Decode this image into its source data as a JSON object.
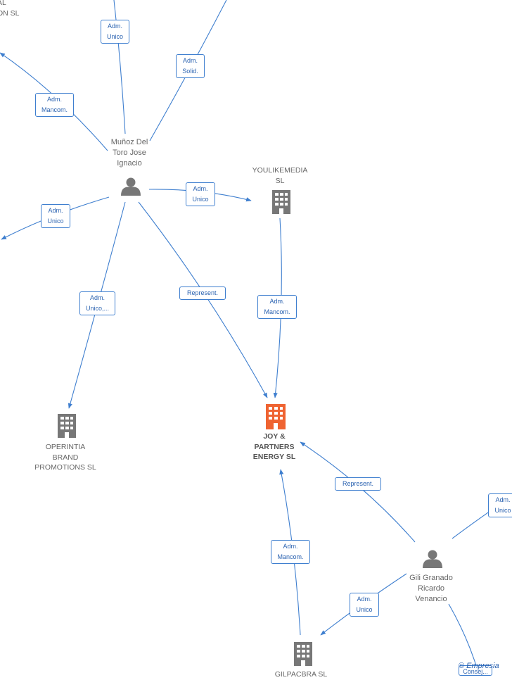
{
  "colors": {
    "edge": "#3f7fcf",
    "person": "#777777",
    "company": "#777777",
    "focus_company": "#ef6331"
  },
  "nodes": {
    "top_left_company": "AL\nON SL",
    "munoz": "Muñoz Del\nToro Jose\nIgnacio",
    "youlikemedia": "YOULIKEMEDIA\nSL",
    "operintia": "OPERINTIA\nBRAND\nPROMOTIONS SL",
    "joy": "JOY &\nPARTNERS\nENERGY  SL",
    "gili": "Gili Granado\nRicardo\nVenancio",
    "gilpacbra": "GILPACBRA  SL"
  },
  "edges": {
    "e1": "Adm.\nUnico",
    "e2": "Adm.\nSolid.",
    "e3": "Adm.\nMancom.",
    "e4": "Adm.\nUnico",
    "e5": "Adm.\nUnico",
    "e6": "Adm.\nUnico,...",
    "e7": "Represent.",
    "e8": "Adm.\nMancom.",
    "e9": "Represent.",
    "e10": "Adm.\nUnico",
    "e11": "Adm.\nMancom.",
    "e12": "Adm.\nUnico",
    "e13": "Consej..."
  },
  "brand": "© Empresia"
}
